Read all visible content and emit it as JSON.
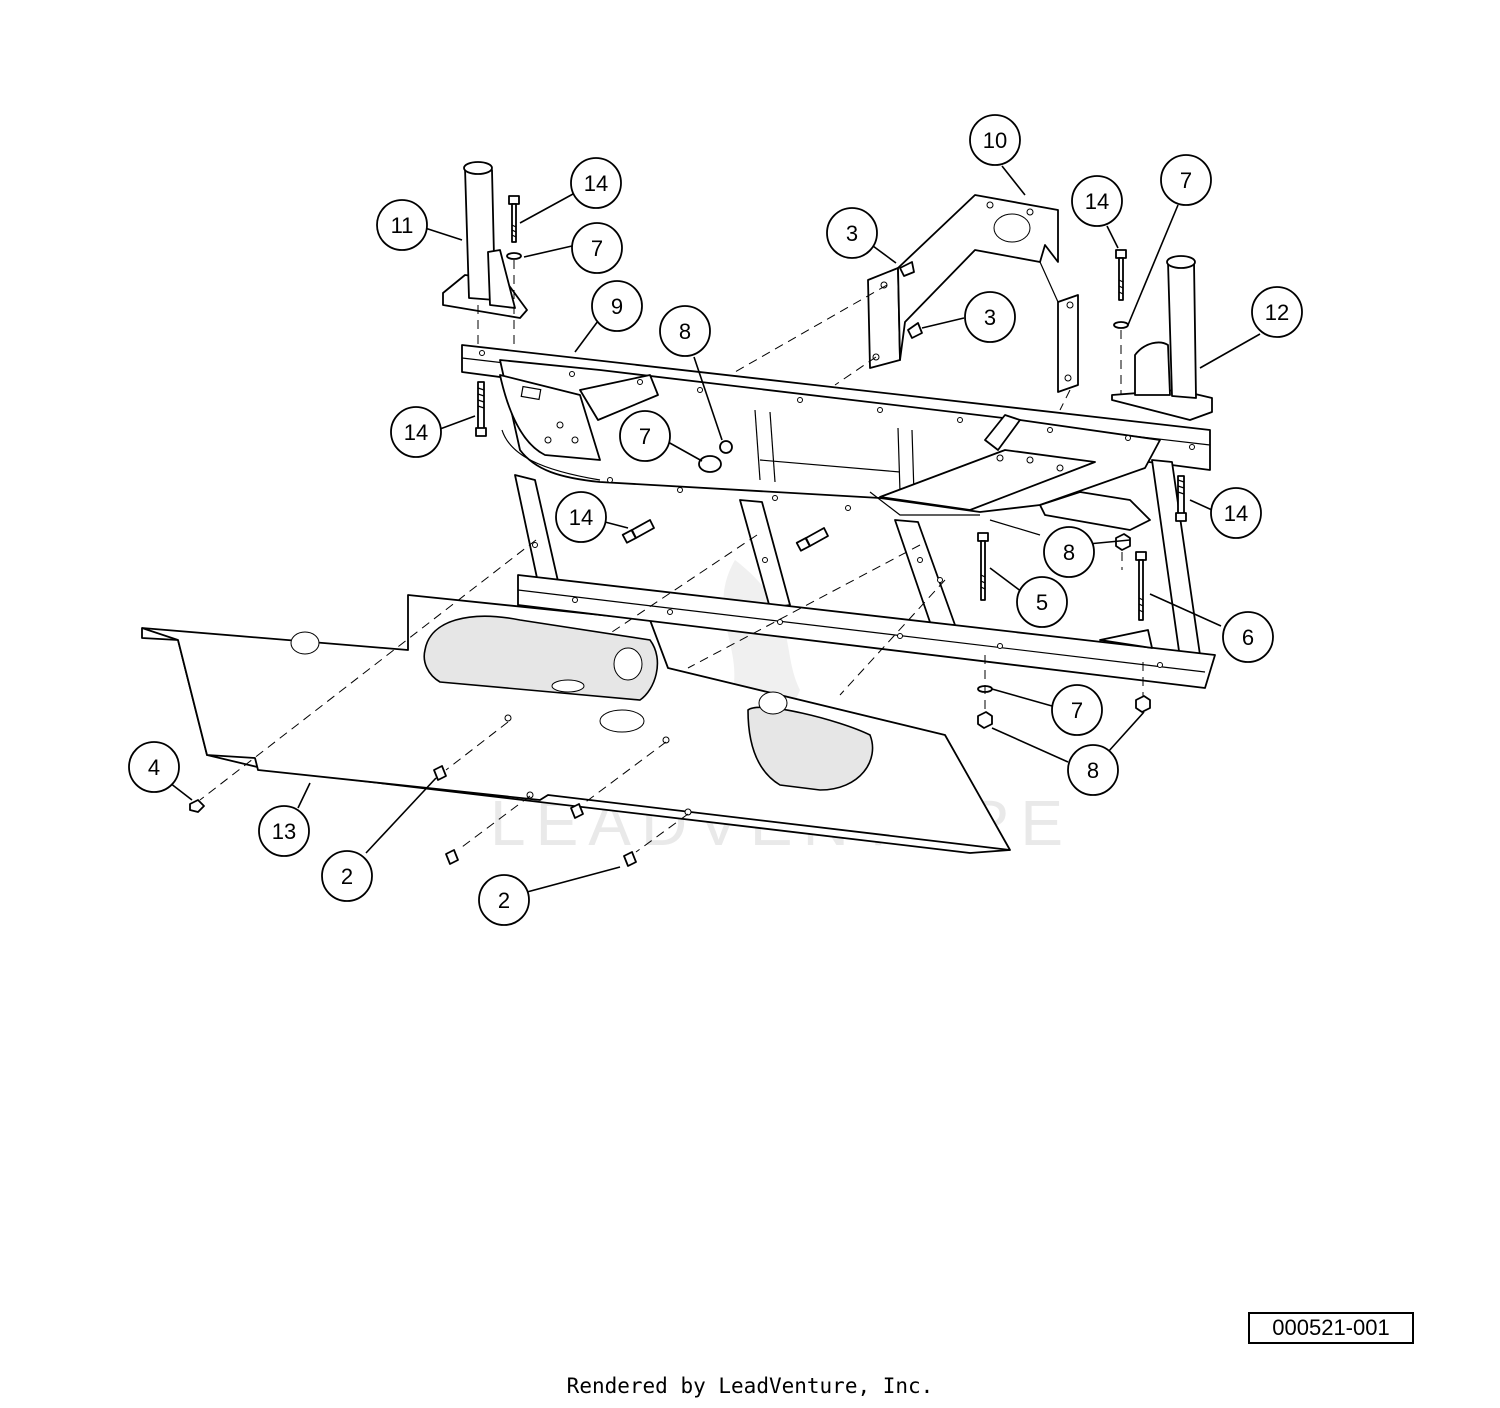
{
  "diagram": {
    "callouts": [
      {
        "id": "c10",
        "label": "10"
      },
      {
        "id": "c14a",
        "label": "14"
      },
      {
        "id": "c11",
        "label": "11"
      },
      {
        "id": "c7a",
        "label": "7"
      },
      {
        "id": "c14b",
        "label": "14"
      },
      {
        "id": "c7b",
        "label": "7"
      },
      {
        "id": "c3a",
        "label": "3"
      },
      {
        "id": "c9",
        "label": "9"
      },
      {
        "id": "c8a",
        "label": "8"
      },
      {
        "id": "c3b",
        "label": "3"
      },
      {
        "id": "c12",
        "label": "12"
      },
      {
        "id": "c14c",
        "label": "14"
      },
      {
        "id": "c7c",
        "label": "7"
      },
      {
        "id": "c14d",
        "label": "14"
      },
      {
        "id": "c14e",
        "label": "14"
      },
      {
        "id": "c8b",
        "label": "8"
      },
      {
        "id": "c5",
        "label": "5"
      },
      {
        "id": "c6",
        "label": "6"
      },
      {
        "id": "c7d",
        "label": "7"
      },
      {
        "id": "c8c",
        "label": "8"
      },
      {
        "id": "c4",
        "label": "4"
      },
      {
        "id": "c13",
        "label": "13"
      },
      {
        "id": "c2a",
        "label": "2"
      },
      {
        "id": "c2b",
        "label": "2"
      }
    ],
    "watermark": "LEADVENTURE",
    "reference_number": "000521-001",
    "footer": "Rendered by LeadVenture, Inc."
  }
}
